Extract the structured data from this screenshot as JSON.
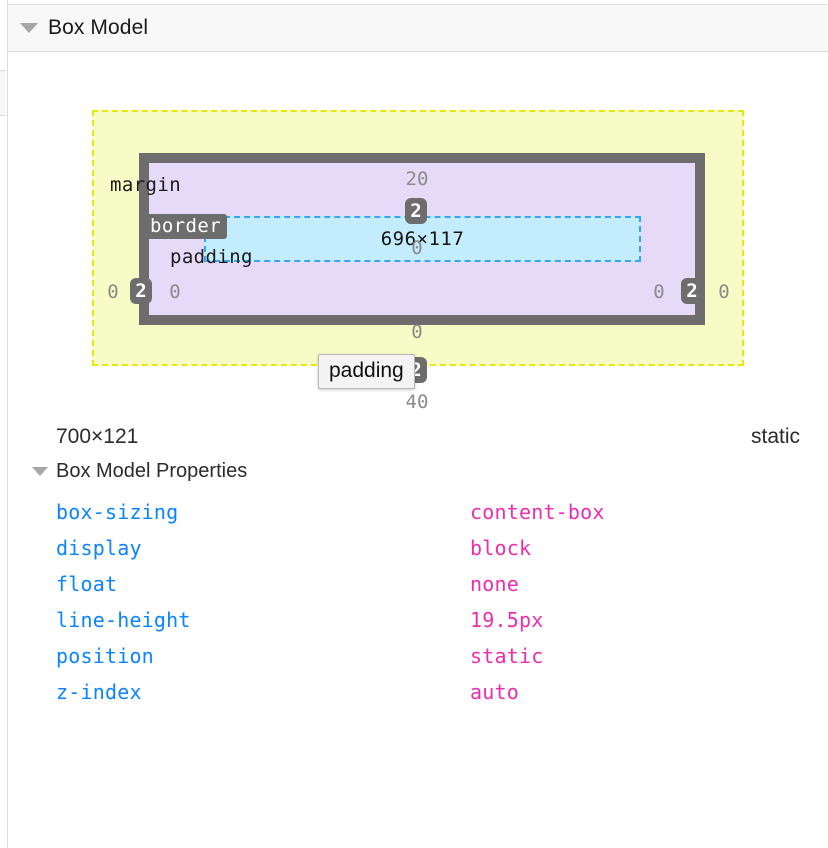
{
  "panel": {
    "title": "Box Model",
    "twisty_icon": "triangle-down-icon"
  },
  "box_model": {
    "regions": {
      "margin_label": "margin",
      "border_label": "border",
      "padding_label": "padding",
      "content_size": "696×117"
    },
    "values": {
      "margin_top": "20",
      "margin_right": "0",
      "margin_bottom": "40",
      "margin_left": "0",
      "border_top": "2",
      "border_right": "2",
      "border_bottom": "2",
      "border_left": "2",
      "padding_top": "0",
      "padding_right": "0",
      "padding_bottom": "0",
      "padding_left": "0"
    },
    "tooltip": "padding",
    "colors": {
      "margin_fill": "#f7fbc5",
      "margin_stroke": "#e8e80e",
      "border_fill": "#6d6d6d",
      "padding_fill": "#e6daf9",
      "content_fill": "#c3edfd",
      "content_stroke": "#3ba3f0"
    }
  },
  "summary": {
    "element_size": "700×121",
    "position": "static"
  },
  "properties_section": {
    "header": "Box Model Properties",
    "twisty_icon": "triangle-down-icon",
    "rows": [
      {
        "name": "box-sizing",
        "value": "content-box"
      },
      {
        "name": "display",
        "value": "block"
      },
      {
        "name": "float",
        "value": "none"
      },
      {
        "name": "line-height",
        "value": "19.5px"
      },
      {
        "name": "position",
        "value": "static"
      },
      {
        "name": "z-index",
        "value": "auto"
      }
    ]
  }
}
